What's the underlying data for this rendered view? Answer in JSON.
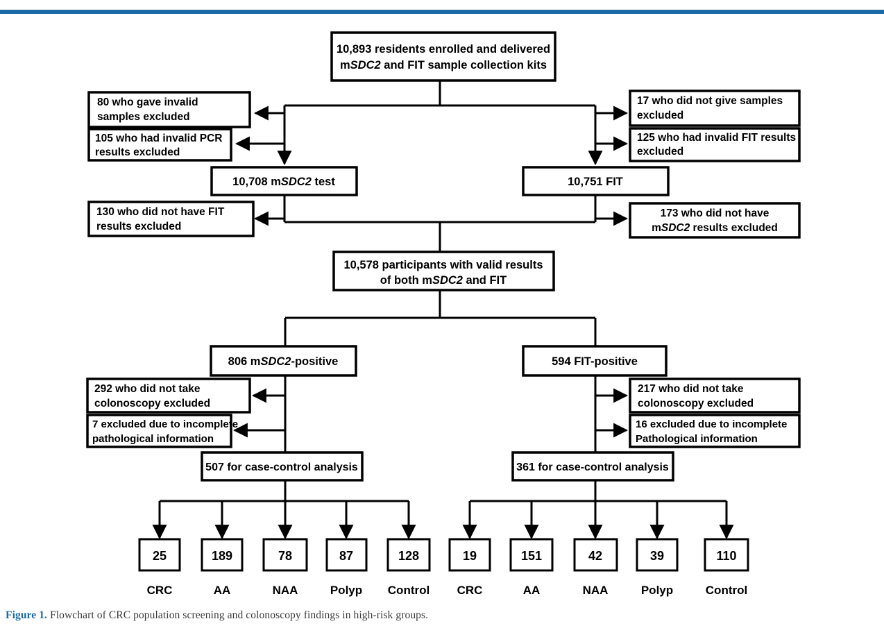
{
  "page": {
    "accent_color": "#1b6aa5",
    "background": "#ffffff",
    "top_rule": "horizontal-blue-rule"
  },
  "caption": {
    "figure_label": "Figure 1.",
    "text": " Flowchart of CRC population screening and colonoscopy findings in high-risk groups."
  },
  "chart_data": {
    "type": "diagram",
    "diagram_kind": "flowchart",
    "title": "Flowchart of CRC population screening and colonoscopy findings in high-risk groups",
    "nodes": [
      {
        "id": "enrolled",
        "line1": "10,893 residents enrolled and delivered",
        "line2": "mSDC2 and FIT sample collection kits",
        "value": 10893
      },
      {
        "id": "excl_invalid_samples",
        "line1": "80 who gave invalid",
        "line2": "samples excluded",
        "value": 80
      },
      {
        "id": "excl_invalid_pcr",
        "line1": "105 who had invalid PCR",
        "line2": "results excluded",
        "value": 105
      },
      {
        "id": "excl_no_samples",
        "line1": "17 who did not give samples",
        "line2": "excluded",
        "value": 17
      },
      {
        "id": "excl_invalid_fit",
        "line1": "125 who had invalid FIT results",
        "line2": "excluded",
        "value": 125
      },
      {
        "id": "msdc2_test",
        "line1": "10,708 mSDC2 test",
        "line2": "",
        "value": 10708
      },
      {
        "id": "fit_test",
        "line1": "10,751 FIT",
        "line2": "",
        "value": 10751
      },
      {
        "id": "excl_no_fit_results",
        "line1": "130 who did not have FIT",
        "line2": "results excluded",
        "value": 130
      },
      {
        "id": "excl_no_msdc2_results",
        "line1": "173 who did not have",
        "line2": "mSDC2 results excluded",
        "value": 173
      },
      {
        "id": "valid_both",
        "line1": "10,578 participants with valid results",
        "line2": "of both mSDC2 and FIT",
        "value": 10578
      },
      {
        "id": "msdc2_positive",
        "line1": "806 mSDC2-positive",
        "line2": "",
        "value": 806
      },
      {
        "id": "fit_positive",
        "line1": "594 FIT-positive",
        "line2": "",
        "value": 594
      },
      {
        "id": "excl_no_colonoscopy_left",
        "line1": "292 who did not take",
        "line2": "colonoscopy excluded",
        "value": 292
      },
      {
        "id": "excl_incomplete_path_left",
        "line1": "7 excluded due to incomplete",
        "line2": "pathological information",
        "value": 7
      },
      {
        "id": "excl_no_colonoscopy_right",
        "line1": "217 who did not take",
        "line2": "colonoscopy excluded",
        "value": 217
      },
      {
        "id": "excl_incomplete_path_right",
        "line1": "16 excluded due to incomplete",
        "line2": "Pathological information",
        "value": 16
      },
      {
        "id": "case_control_left",
        "line1": "507 for case-control analysis",
        "line2": "",
        "value": 507
      },
      {
        "id": "case_control_right",
        "line1": "361 for case-control analysis",
        "line2": "",
        "value": 361
      }
    ],
    "outcome_groups": [
      {
        "group": "mSDC2",
        "parent": "507 for case-control analysis",
        "categories": [
          "CRC",
          "AA",
          "NAA",
          "Polyp",
          "Control"
        ],
        "values": [
          25,
          189,
          78,
          87,
          128
        ]
      },
      {
        "group": "FIT",
        "parent": "361 for case-control analysis",
        "categories": [
          "CRC",
          "AA",
          "NAA",
          "Polyp",
          "Control"
        ],
        "values": [
          19,
          151,
          42,
          39,
          110
        ]
      }
    ]
  },
  "boxes": {
    "enrolled": {
      "l1": "10,893 residents enrolled and delivered",
      "l2": "mSDC2 and FIT sample collection kits"
    },
    "excl_invalid_samples": {
      "l1": "80 who gave invalid",
      "l2": "samples excluded"
    },
    "excl_invalid_pcr": {
      "l1": "105 who had invalid PCR",
      "l2": "results excluded"
    },
    "excl_no_samples": {
      "l1": "17 who did not give samples",
      "l2": "excluded"
    },
    "excl_invalid_fit": {
      "l1": "125 who had invalid FIT results",
      "l2": "excluded"
    },
    "msdc2_test": {
      "l1": "10,708 mSDC2 test"
    },
    "fit_test": {
      "l1": "10,751 FIT"
    },
    "excl_no_fit_results": {
      "l1": "130 who did not have FIT",
      "l2": "results excluded"
    },
    "excl_no_msdc2_results": {
      "l1": "173 who did not have",
      "l2": "mSDC2 results excluded"
    },
    "valid_both": {
      "l1": "10,578 participants with valid results",
      "l2": "of both mSDC2 and FIT"
    },
    "msdc2_positive": {
      "l1": "806 mSDC2-positive"
    },
    "fit_positive": {
      "l1": "594 FIT-positive"
    },
    "excl_no_colonoscopy_left": {
      "l1": "292 who did not take",
      "l2": "colonoscopy excluded"
    },
    "excl_incomplete_path_left": {
      "l1": "7 excluded due to incomplete",
      "l2": "pathological information"
    },
    "excl_no_colonoscopy_right": {
      "l1": "217 who did not take",
      "l2": "colonoscopy excluded"
    },
    "excl_incomplete_path_right": {
      "l1": "16 excluded due to incomplete",
      "l2": "Pathological information"
    },
    "case_control_left": {
      "l1": "507 for case-control analysis"
    },
    "case_control_right": {
      "l1": "361 for case-control analysis"
    }
  },
  "outcomes": {
    "left": [
      {
        "count": "25",
        "label": "CRC"
      },
      {
        "count": "189",
        "label": "AA"
      },
      {
        "count": "78",
        "label": "NAA"
      },
      {
        "count": "87",
        "label": "Polyp"
      },
      {
        "count": "128",
        "label": "Control"
      }
    ],
    "right": [
      {
        "count": "19",
        "label": "CRC"
      },
      {
        "count": "151",
        "label": "AA"
      },
      {
        "count": "42",
        "label": "NAA"
      },
      {
        "count": "39",
        "label": "Polyp"
      },
      {
        "count": "110",
        "label": "Control"
      }
    ]
  }
}
